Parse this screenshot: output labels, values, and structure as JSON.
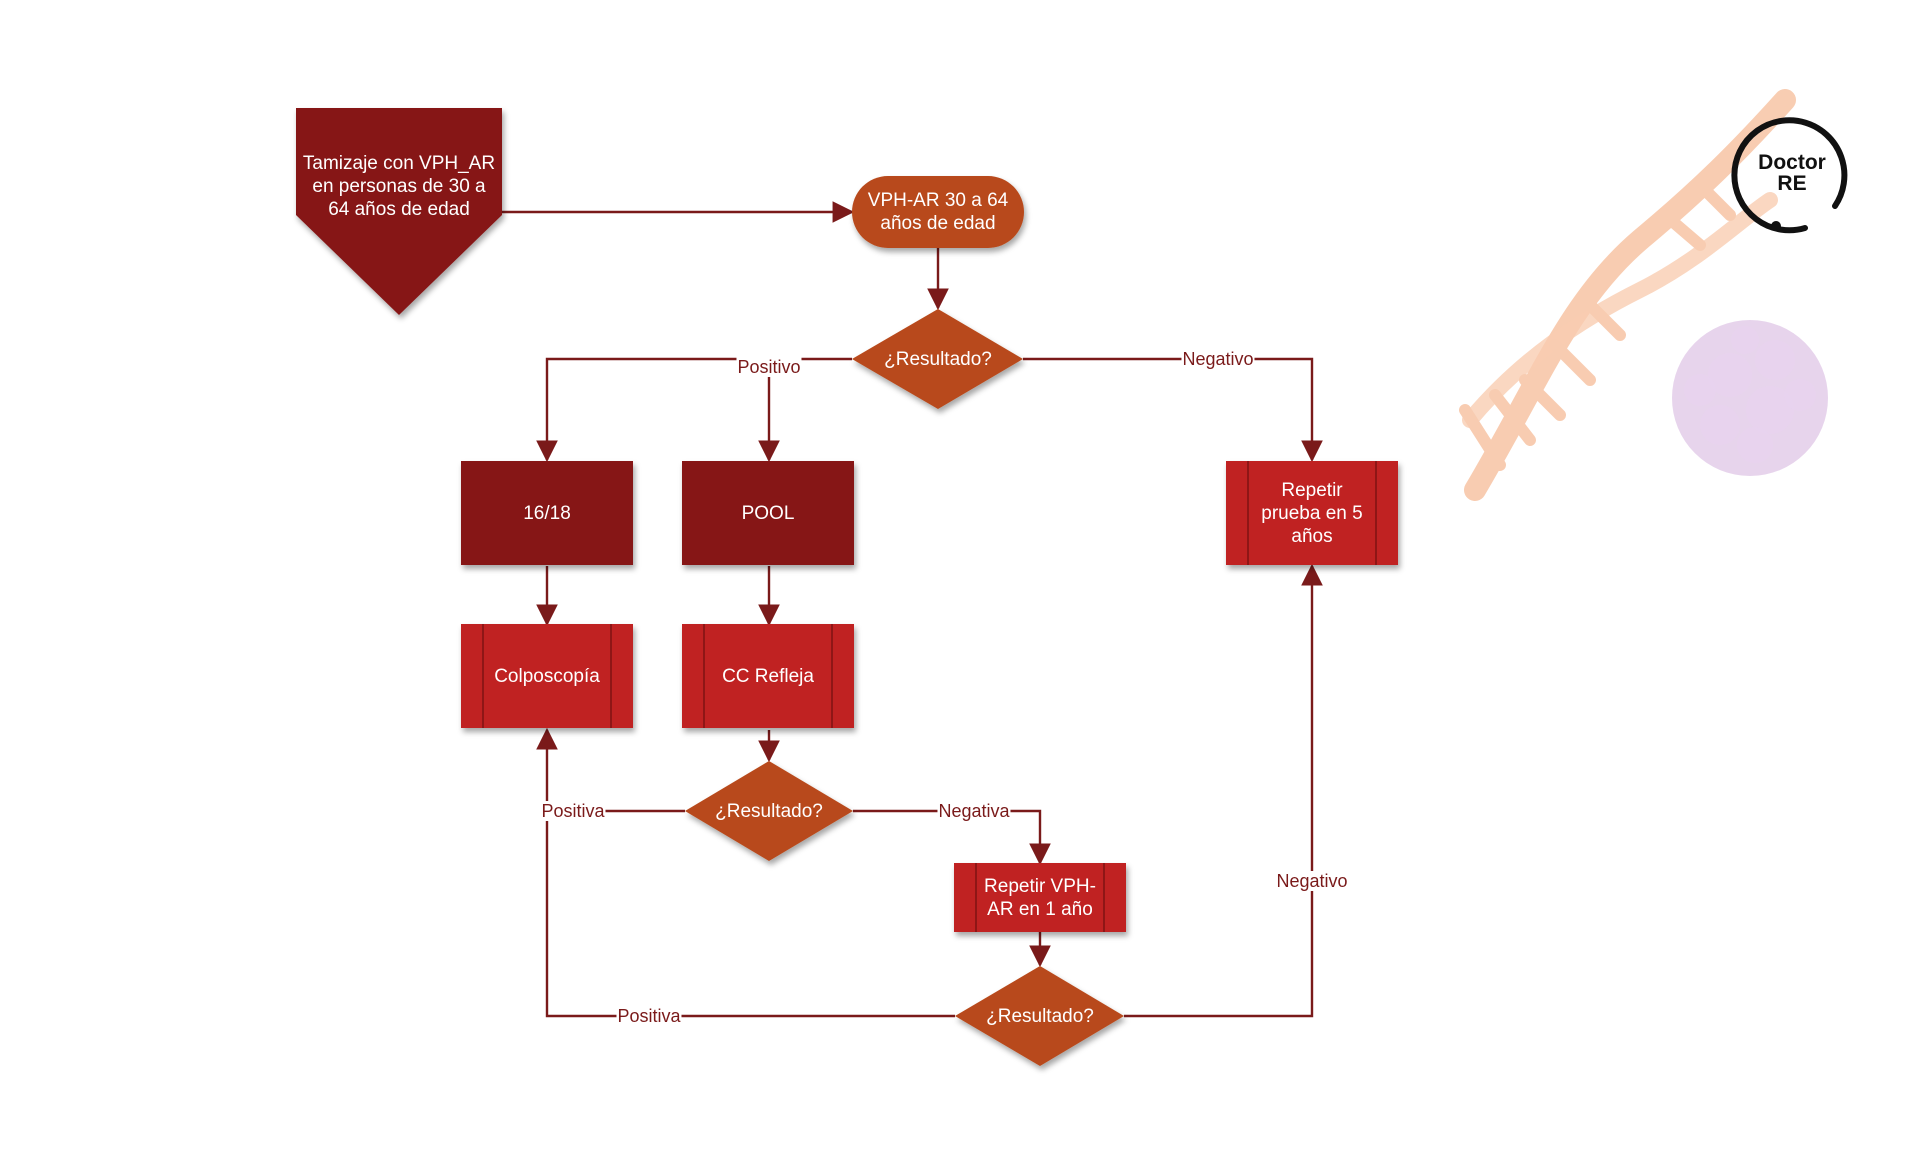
{
  "diagram": {
    "start": "Tamizaje con VPH_AR en personas de 30 a 64 años de edad",
    "vph_node": "VPH-AR 30 a 64 años de edad",
    "decision_label": "¿Resultado?",
    "node_1618": "16/18",
    "node_pool": "POOL",
    "node_repeat5": "Repetir prueba en 5 años",
    "node_colposcopy": "Colposcopía",
    "node_cc": "CC Refleja",
    "node_repeat1": "Repetir VPH-AR en 1 año",
    "label_positivo": "Positivo",
    "label_negativo": "Negativo",
    "label_positiva": "Positiva",
    "label_negativa": "Negativa"
  },
  "logo": {
    "line1": "Doctor",
    "line2": "RE"
  },
  "colors": {
    "dark_red": "#861616",
    "red": "#c02424",
    "orange": "#b84a1a",
    "connector": "#7a1a1a",
    "dna": "#f7c4a4",
    "cell": "#dfc6e6"
  }
}
